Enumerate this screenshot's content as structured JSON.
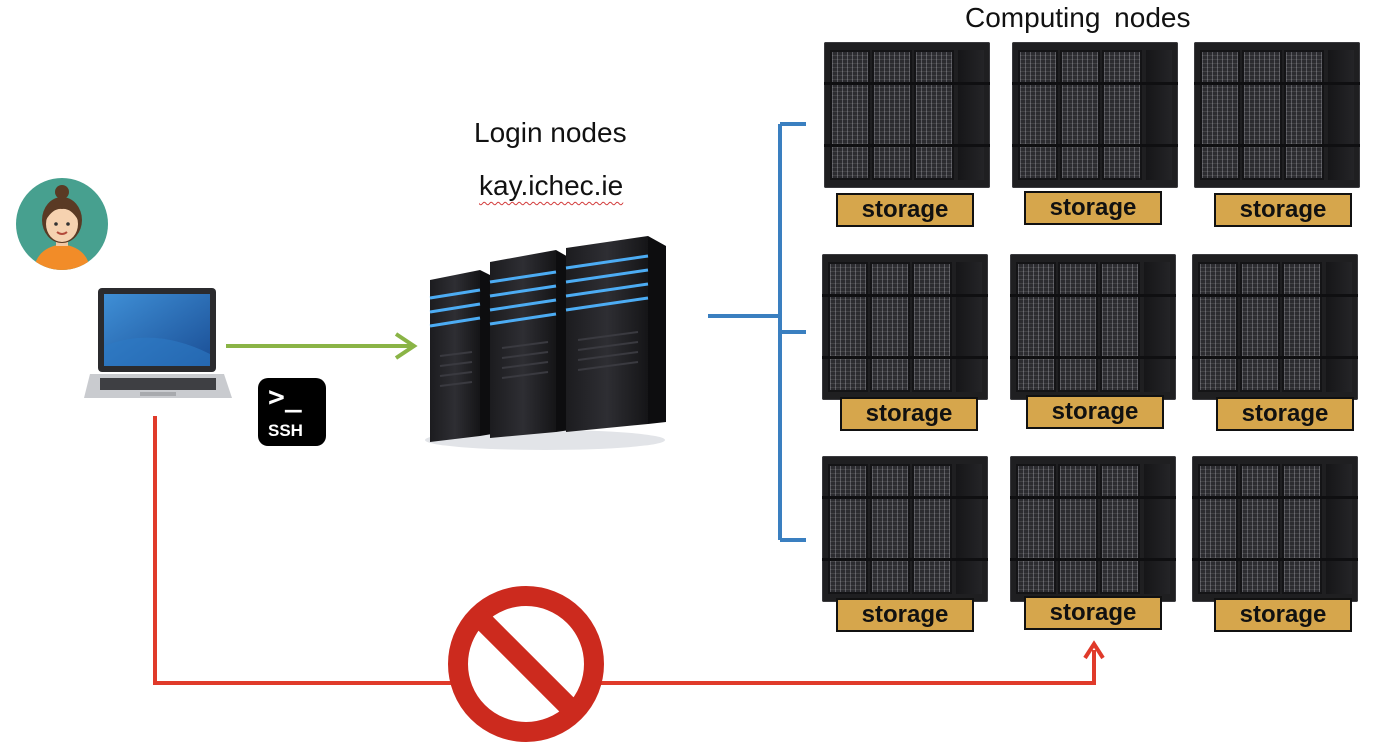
{
  "computing_nodes": {
    "title": "Computing  nodes",
    "storage_label": "storage",
    "rows": 3,
    "columns": 3
  },
  "login_nodes": {
    "title": "Login nodes",
    "host": "kay.ichec.ie"
  },
  "ssh": {
    "prompt": ">_",
    "label": "SSH"
  },
  "icons": {
    "user": "user-avatar-icon",
    "laptop": "laptop-icon",
    "login_server": "server-tower-icon",
    "blocked": "prohibited-icon"
  },
  "colors": {
    "ssh_connection": "#8ab446",
    "blocked_connection": "#e03a2a",
    "network_bracket": "#3a7fc0",
    "storage_fill": "#d6a64c",
    "prohibited": "#cc2a1e"
  }
}
